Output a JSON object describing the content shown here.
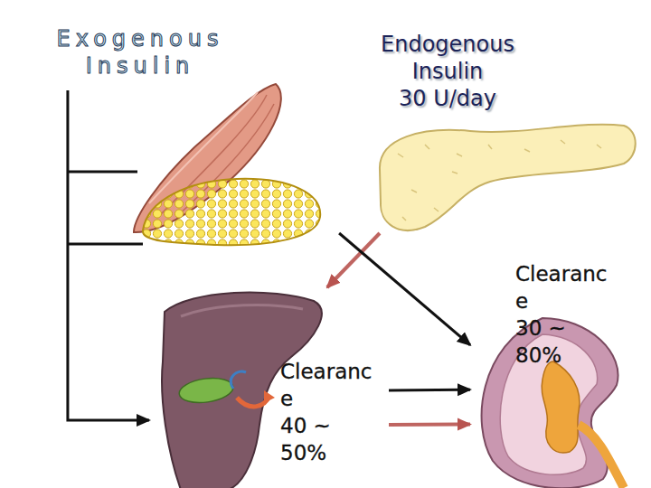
{
  "diagram": {
    "nodes": [
      {
        "text": [
          "Exogenous Insulin"
        ]
      },
      {
        "text": [
          "Endogenous Insulin",
          "30 U/day"
        ]
      },
      {
        "text": [
          "Clearanc e",
          "40 ~ 50%"
        ]
      },
      {
        "text": [
          "Clearanc e",
          "30 ~ 80%"
        ]
      }
    ],
    "edges": [
      {
        "from": 0,
        "to": 2,
        "arrow": "to"
      },
      {
        "from": 1,
        "to": 2,
        "arrow": "to"
      },
      {
        "from": 1,
        "to": 3,
        "arrow": "to"
      },
      {
        "from": 2,
        "to": 3,
        "arrow": "to"
      },
      {
        "from": 2,
        "to": 3,
        "arrow": "to"
      }
    ]
  }
}
